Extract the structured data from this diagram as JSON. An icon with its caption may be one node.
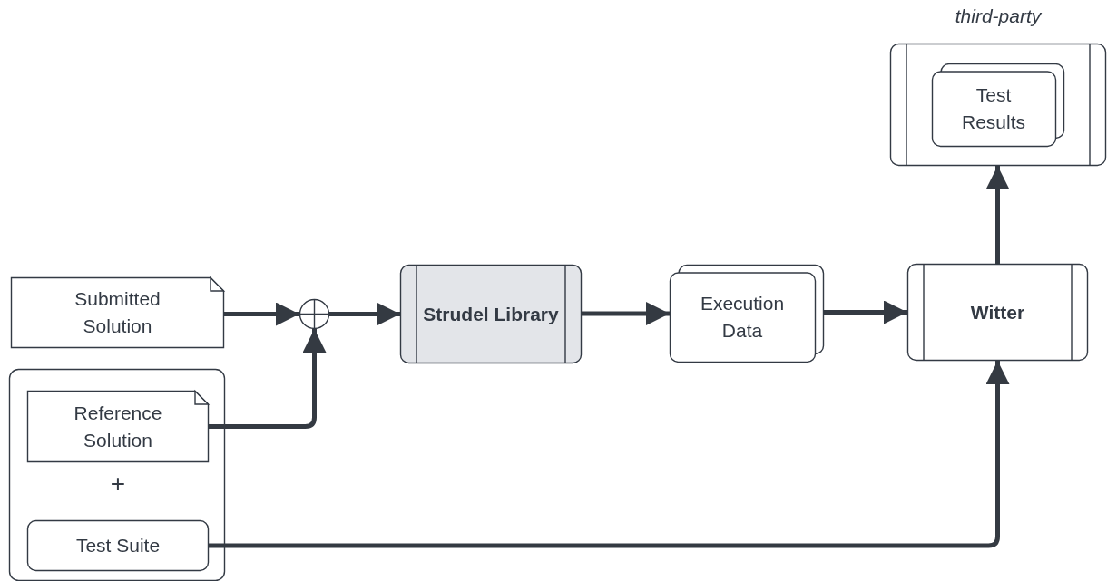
{
  "diagram": {
    "nodes": [
      {
        "text": [
          "Submitted Solution"
        ]
      },
      {
        "text": [],
        "shape": "box"
      },
      {
        "text": [
          "Reference Solution"
        ],
        "in": 1
      },
      {
        "text": [
          "Test Suite"
        ],
        "in": 1
      },
      {
        "text": [],
        "shape": "circle"
      },
      {
        "text": [
          "Strudel Library"
        ]
      },
      {
        "text": [
          "Execution Data"
        ]
      },
      {
        "text": [
          "Witter"
        ]
      },
      {
        "text": [
          "third-party"
        ]
      },
      {
        "text": [
          "Test Results"
        ],
        "in": 8
      }
    ],
    "edges": [
      {
        "from": 0,
        "to": 4,
        "arrow": "to"
      },
      {
        "from": 2,
        "to": 4,
        "arrow": "to"
      },
      {
        "from": 4,
        "to": 5,
        "arrow": "to"
      },
      {
        "from": 5,
        "to": 6,
        "arrow": "to"
      },
      {
        "from": 6,
        "to": 7,
        "arrow": "to"
      },
      {
        "from": 3,
        "to": 7,
        "arrow": "to"
      },
      {
        "from": 7,
        "to": 8,
        "arrow": "to"
      }
    ],
    "labels": [
      "+"
    ]
  }
}
